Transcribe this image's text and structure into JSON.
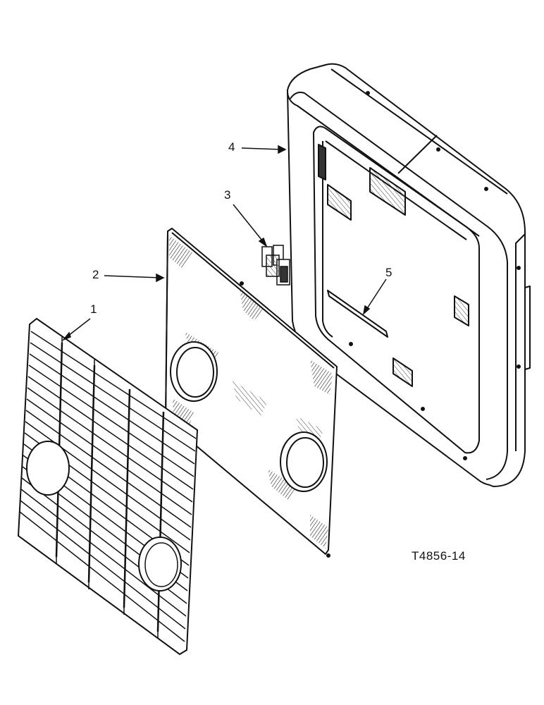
{
  "figure": {
    "figure_id": "T4856-14",
    "callouts": [
      {
        "label": "1",
        "part": "grille-screen"
      },
      {
        "label": "2",
        "part": "grille-panel"
      },
      {
        "label": "3",
        "part": "ih-emblem"
      },
      {
        "label": "4",
        "part": "hood-frame"
      },
      {
        "label": "5",
        "part": "frame-strip"
      }
    ]
  },
  "colors": {
    "ink": "#111111",
    "paper": "#ffffff",
    "shade": "#555555"
  }
}
